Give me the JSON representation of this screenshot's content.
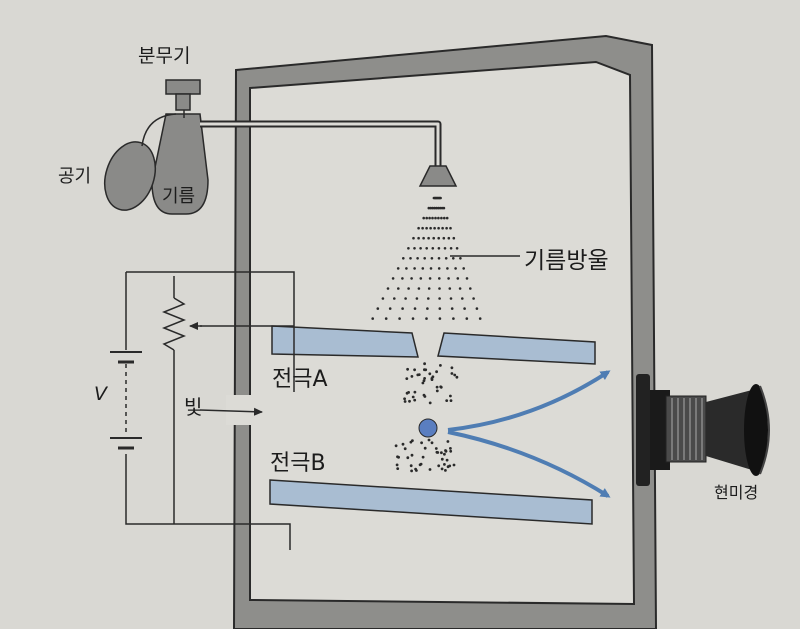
{
  "labels": {
    "sprayer": "분무기",
    "air": "공기",
    "oil": "기름",
    "oil_drops": "기름방울",
    "electrode_a": "전극A",
    "electrode_b": "전극B",
    "light": "빛",
    "voltage": "V",
    "microscope": "현미경"
  },
  "colors": {
    "paper": "#d9d8d3",
    "electrode": "#a9bdd2",
    "arrow": "#4f7db3",
    "line": "#2a2a2a"
  }
}
